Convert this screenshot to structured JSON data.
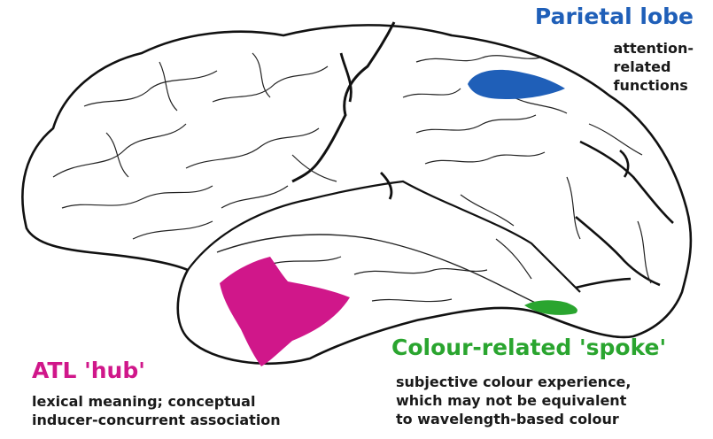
{
  "colors": {
    "parietal": "#1f5fb8",
    "atl": "#d0178a",
    "spoke": "#2aa52f",
    "outline": "#111111"
  },
  "parietal": {
    "title": "Parietal lobe",
    "lines": [
      "attention-",
      "related",
      "functions"
    ]
  },
  "atl": {
    "title": "ATL 'hub'",
    "lines": [
      "lexical meaning; conceptual",
      "inducer-concurrent association"
    ]
  },
  "spoke": {
    "title": "Colour-related 'spoke'",
    "lines": [
      "subjective colour experience,",
      "which may not be equivalent",
      "to wavelength-based colour"
    ]
  }
}
